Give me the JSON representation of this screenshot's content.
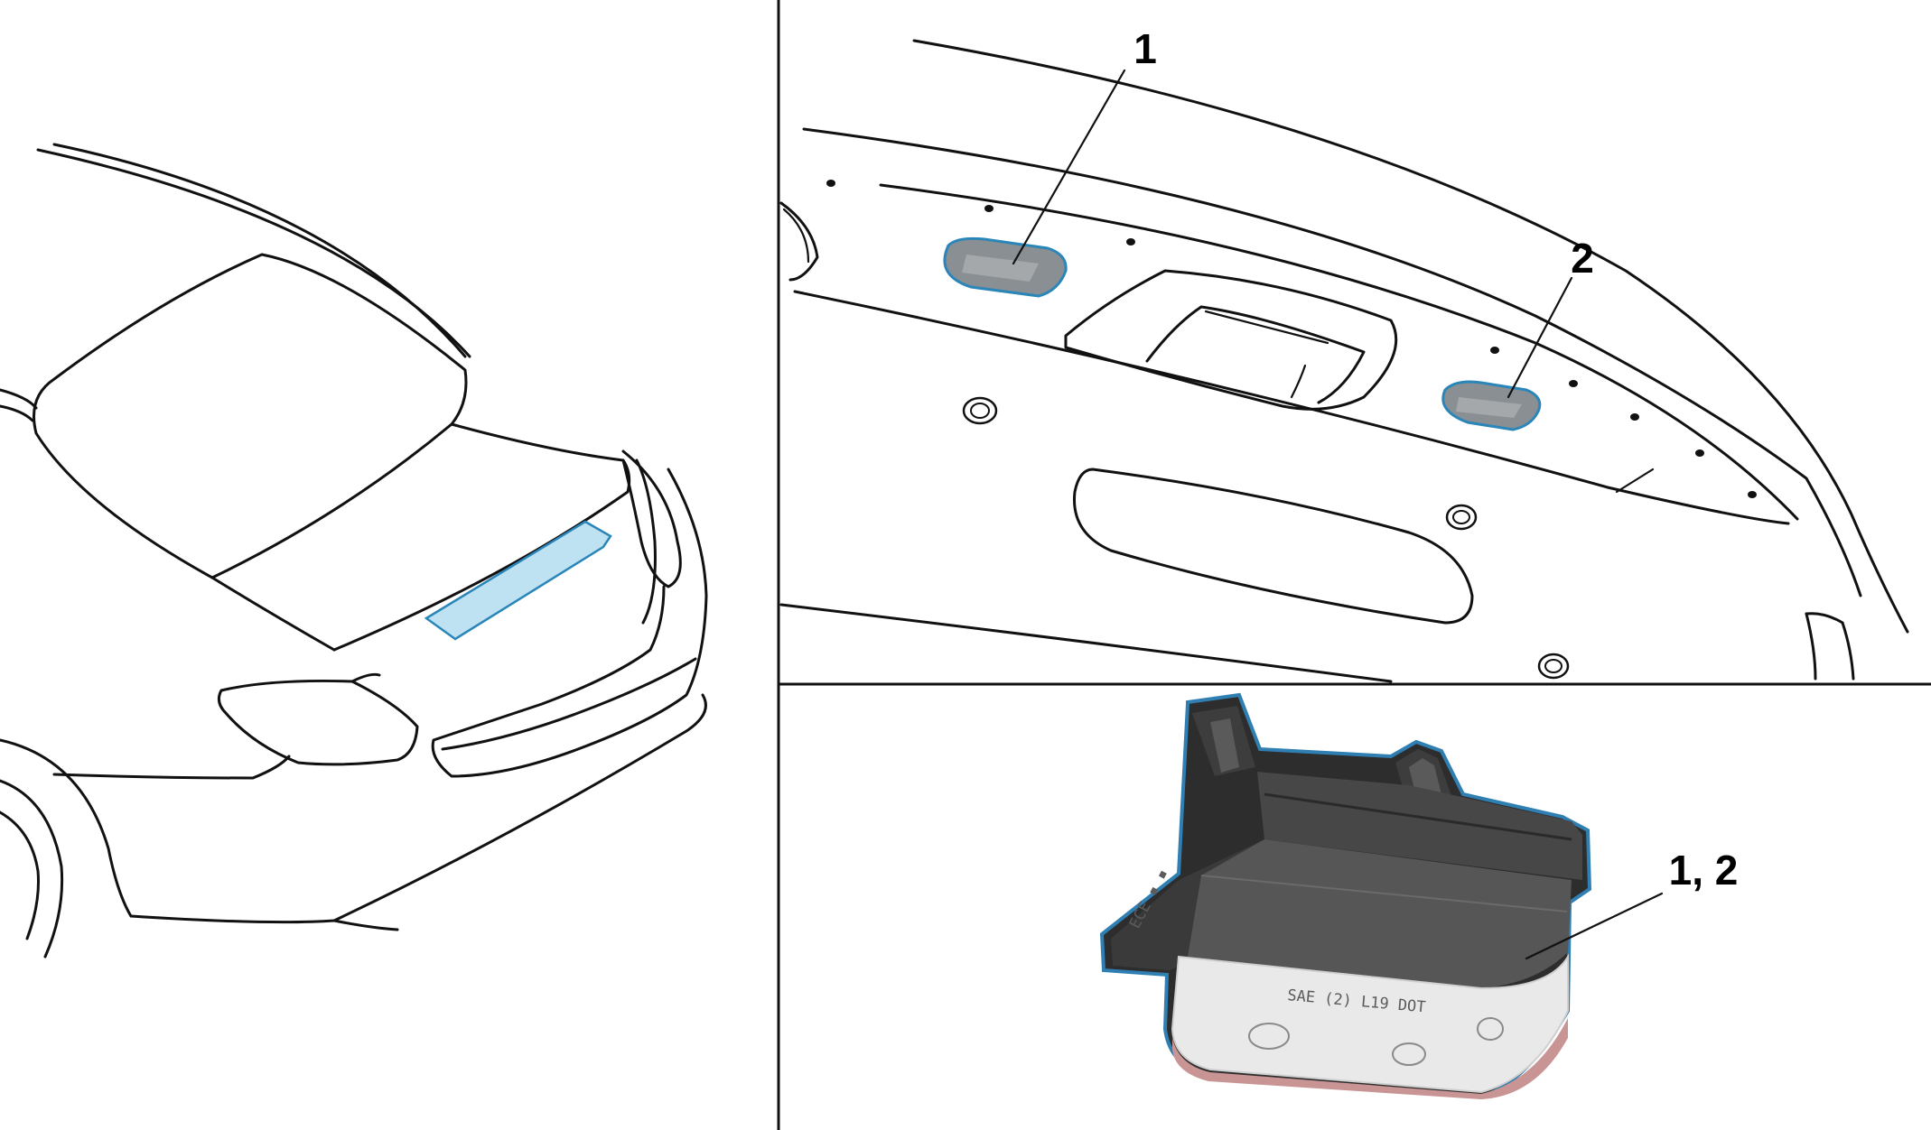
{
  "callouts": [
    {
      "id": "1",
      "text": "1"
    },
    {
      "id": "2",
      "text": "2"
    },
    {
      "id": "1-2",
      "text": "1, 2"
    }
  ],
  "colors": {
    "highlight_fill": "#bfe2f3",
    "highlight_stroke": "#2a86b8",
    "lamp_lens": "#e9e9e9",
    "lamp_lens_edge": "#c99494",
    "lamp_body": "#3b3b3b",
    "lamp_outline": "#2f7fb2"
  }
}
